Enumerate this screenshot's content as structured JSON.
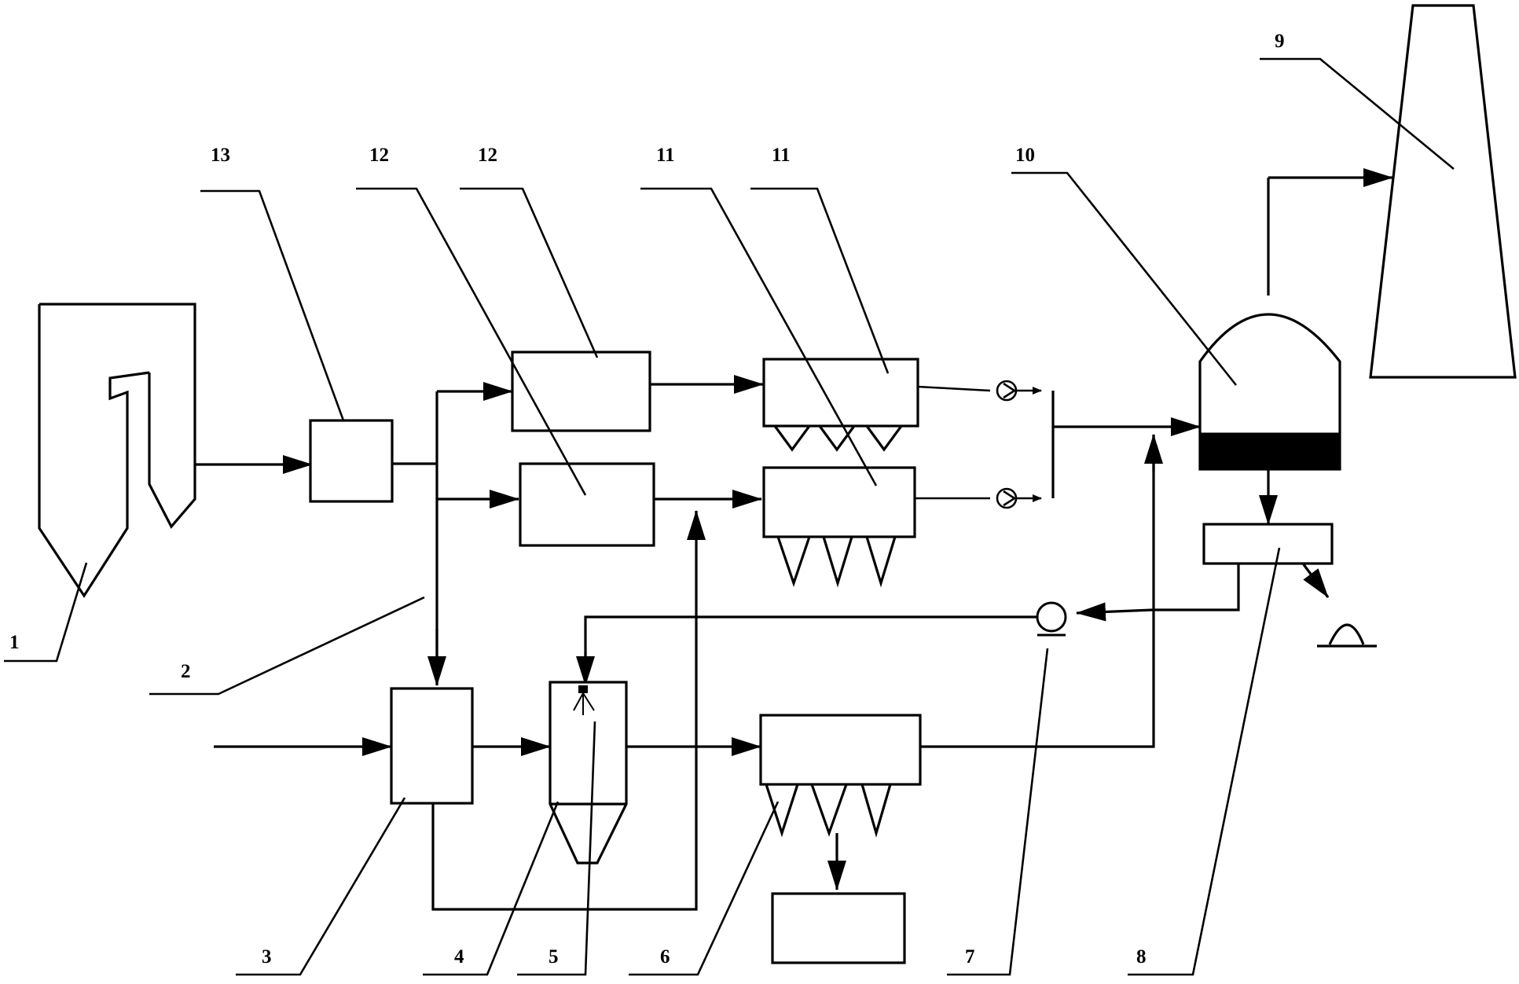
{
  "diagram": {
    "labels": {
      "n1": "1",
      "n2": "2",
      "n3": "3",
      "n4": "4",
      "n5": "5",
      "n6": "6",
      "n7": "7",
      "n8": "8",
      "n9": "9",
      "n10": "10",
      "n11a": "11",
      "n11b": "11",
      "n12a": "12",
      "n12b": "12",
      "n13": "13"
    }
  }
}
